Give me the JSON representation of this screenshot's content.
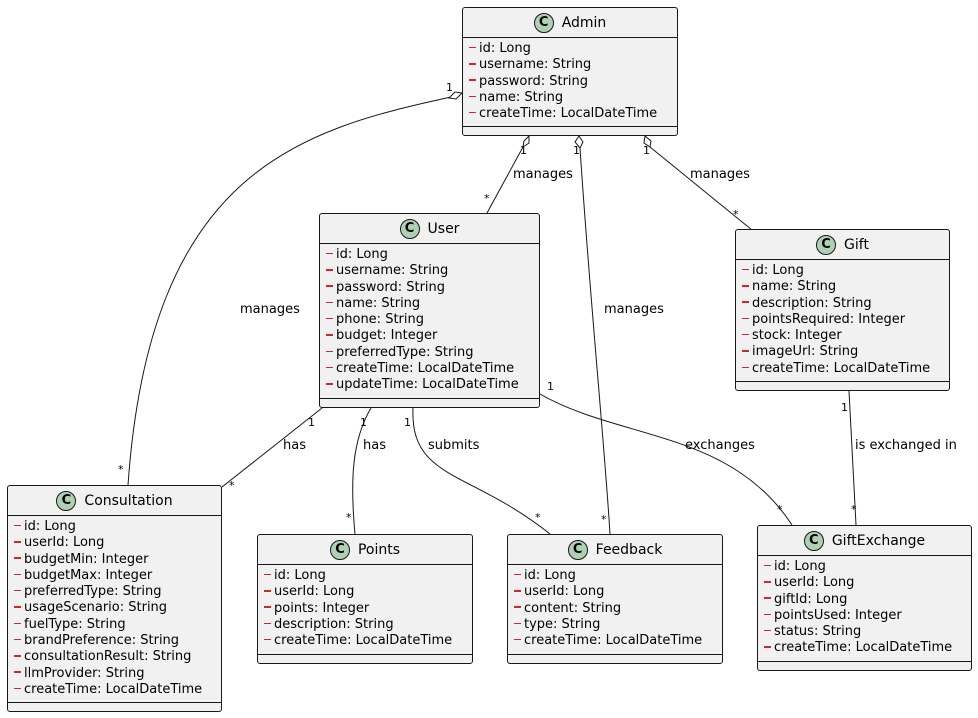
{
  "classes": {
    "admin": {
      "name": "Admin",
      "attrs": [
        "id: Long",
        "username: String",
        "password: String",
        "name: String",
        "createTime: LocalDateTime"
      ]
    },
    "user": {
      "name": "User",
      "attrs": [
        "id: Long",
        "username: String",
        "password: String",
        "name: String",
        "phone: String",
        "budget: Integer",
        "preferredType: String",
        "createTime: LocalDateTime",
        "updateTime: LocalDateTime"
      ]
    },
    "gift": {
      "name": "Gift",
      "attrs": [
        "id: Long",
        "name: String",
        "description: String",
        "pointsRequired: Integer",
        "stock: Integer",
        "imageUrl: String",
        "createTime: LocalDateTime"
      ]
    },
    "consultation": {
      "name": "Consultation",
      "attrs": [
        "id: Long",
        "userId: Long",
        "budgetMin: Integer",
        "budgetMax: Integer",
        "preferredType: String",
        "usageScenario: String",
        "fuelType: String",
        "brandPreference: String",
        "consultationResult: String",
        "llmProvider: String",
        "createTime: LocalDateTime"
      ]
    },
    "points": {
      "name": "Points",
      "attrs": [
        "id: Long",
        "userId: Long",
        "points: Integer",
        "description: String",
        "createTime: LocalDateTime"
      ]
    },
    "feedback": {
      "name": "Feedback",
      "attrs": [
        "id: Long",
        "userId: Long",
        "content: String",
        "type: String",
        "createTime: LocalDateTime"
      ]
    },
    "giftexchange": {
      "name": "GiftExchange",
      "attrs": [
        "id: Long",
        "userId: Long",
        "giftId: Long",
        "pointsUsed: Integer",
        "status: String",
        "createTime: LocalDateTime"
      ]
    }
  },
  "class_badge": "C",
  "relations": {
    "admin_consultation": {
      "label": "manages",
      "from_mult": "1",
      "to_mult": "*"
    },
    "admin_user": {
      "label": "manages",
      "from_mult": "1",
      "to_mult": "*"
    },
    "admin_feedback": {
      "label": "manages",
      "from_mult": "1",
      "to_mult": "*"
    },
    "admin_gift": {
      "label": "manages",
      "from_mult": "1",
      "to_mult": "*"
    },
    "user_consultation": {
      "label": "has",
      "from_mult": "1",
      "to_mult": "*"
    },
    "user_points": {
      "label": "has",
      "from_mult": "1",
      "to_mult": "*"
    },
    "user_feedback": {
      "label": "submits",
      "from_mult": "1",
      "to_mult": "*"
    },
    "user_giftexchange": {
      "label": "exchanges",
      "from_mult": "1",
      "to_mult": "*"
    },
    "gift_giftexchange": {
      "label": "is exchanged in",
      "from_mult": "1",
      "to_mult": "*"
    }
  },
  "colors": {
    "class_bg": "#f1f1f1",
    "badge_bg": "#add1b2",
    "border": "#181818",
    "visibility_private": "#c82930"
  }
}
